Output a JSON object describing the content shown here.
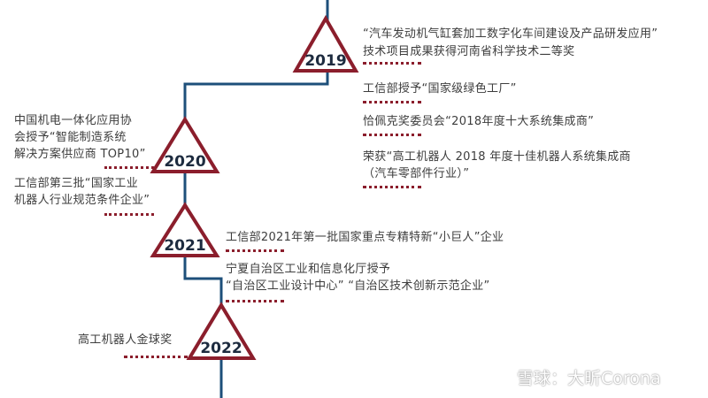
{
  "years": {
    "y2019": "2019",
    "y2020": "2020",
    "y2021": "2021",
    "y2022": "2022"
  },
  "items": {
    "r2019a_line1": "“汽车发动机气缸套加工数字化车间建设及产品研发应用”",
    "r2019a_line2": "技术项目成果获得河南省科学技术二等奖",
    "r2019b": "工信部授予“国家级绿色工厂”",
    "r2019c": "恰佩克奖委员会“2018年度十大系统集成商”",
    "r2019d_line1": "荣获“高工机器人 2018 年度十佳机器人系统集成商",
    "r2019d_line2": "（汽车零部件行业）”",
    "l2020a_line1": "中国机电一体化应用协",
    "l2020a_line2": "会授予“智能制造系统",
    "l2020a_line3": "解决方案供应商 TOP10”",
    "l2020b_line1": "工信部第三批“国家工业",
    "l2020b_line2": "机器人行业规范条件企业”",
    "r2021a": "工信部2021年第一批国家重点专精特新“小巨人”企业",
    "r2021b_line1": "宁夏自治区工业和信息化厅授予",
    "r2021b_line2": "“自治区工业设计中心” “自治区技术创新示范企业”",
    "l2022a": "高工机器人金球奖"
  },
  "watermark": {
    "text": "雪球：大昕Corona",
    "icon": "snowball-logo-icon"
  },
  "colors": {
    "line": "#1d4f7a",
    "triangle_stroke": "#8b1e2c",
    "triangle_fill": "#ffffff",
    "dots": "#8b1e2c",
    "text": "#3d3d3d"
  }
}
